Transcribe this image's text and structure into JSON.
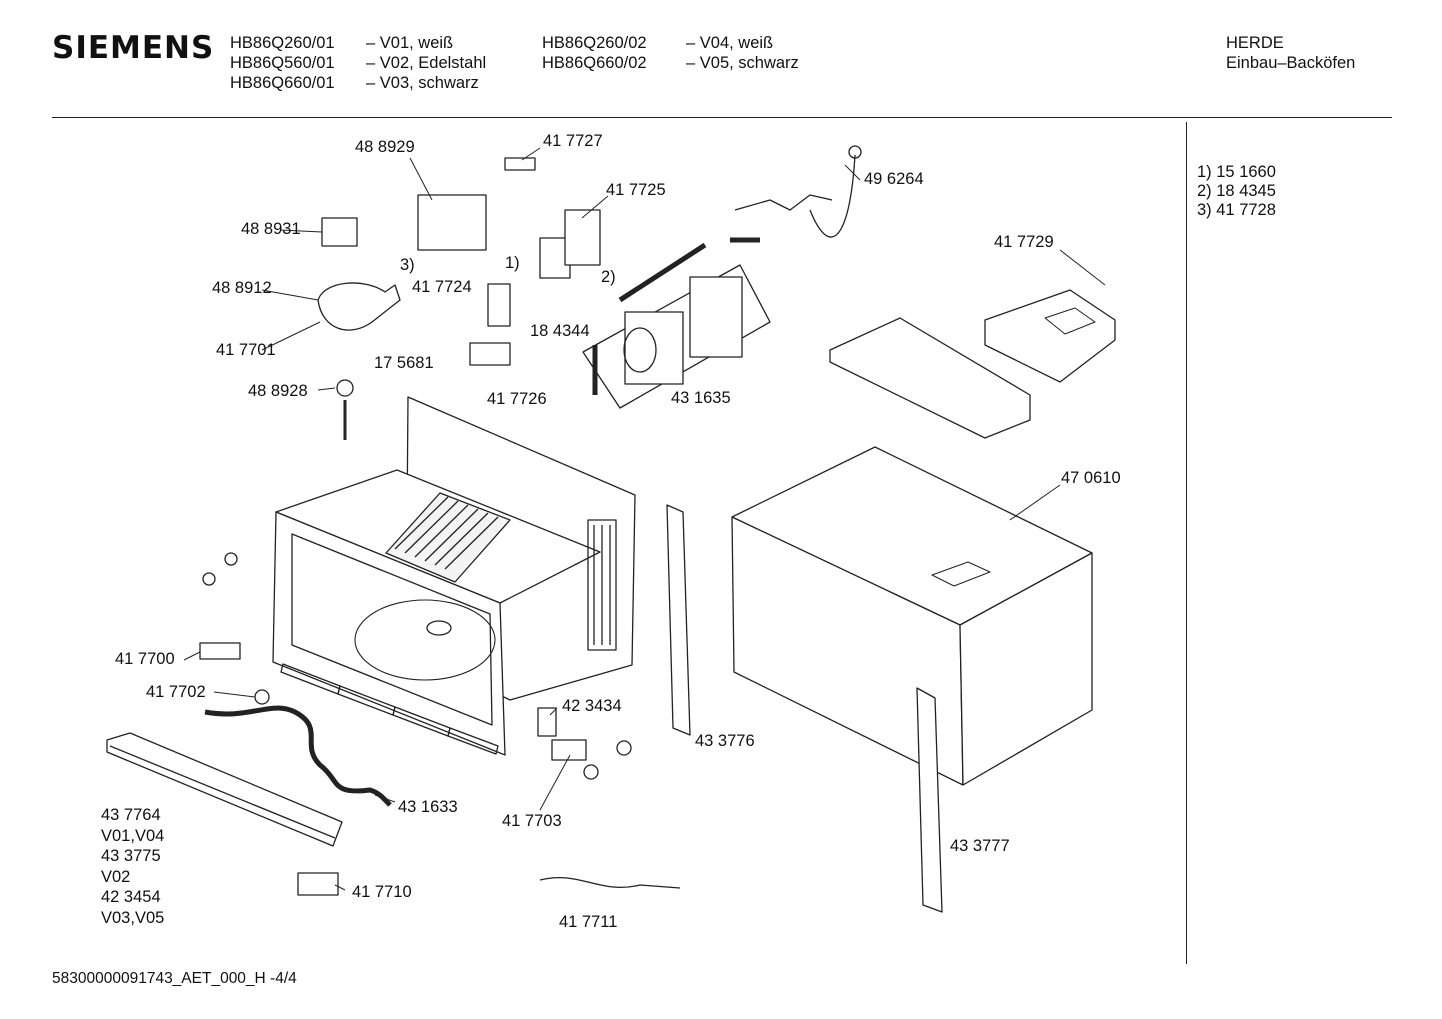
{
  "header": {
    "brand": "SIEMENS",
    "models_col1": [
      "HB86Q260/01",
      "HB86Q560/01",
      "HB86Q660/01"
    ],
    "variants_col1": [
      "– V01, weiß",
      "– V02, Edelstahl",
      "– V03, schwarz"
    ],
    "models_col2": [
      "HB86Q260/02",
      "HB86Q660/02"
    ],
    "variants_col2": [
      "– V04, weiß",
      "– V05, schwarz"
    ],
    "category": "HERDE",
    "subcategory": "Einbau–Backöfen"
  },
  "notes": [
    "1) 15 1660",
    "2) 18 4345",
    "3) 41 7728"
  ],
  "footer": "58300000091743_AET_000_H  -4/4",
  "part_labels": {
    "p488929": "48 8929",
    "p417727": "41 7727",
    "p417725": "41 7725",
    "p496264": "49 6264",
    "p488931": "48 8931",
    "ref3": "3)",
    "ref1": "1)",
    "ref2": "2)",
    "p417729": "41 7729",
    "p488912": "48 8912",
    "p417724": "41 7724",
    "p184344": "18 4344",
    "p417701": "41 7701",
    "p175681": "17 5681",
    "p488928": "48 8928",
    "p417726": "41 7726",
    "p431635": "43 1635",
    "p470610": "47 0610",
    "p417700": "41 7700",
    "p417702": "41 7702",
    "p423434": "42 3434",
    "p433776": "43 3776",
    "p431633": "43 1633",
    "p417703": "41 7703",
    "p433777": "43 3777",
    "p417710": "41 7710",
    "p417711": "41 7711",
    "trim_list": [
      "43 7764",
      "V01,V04",
      "43 3775",
      "V02",
      "42 3454",
      "V03,V05"
    ]
  }
}
